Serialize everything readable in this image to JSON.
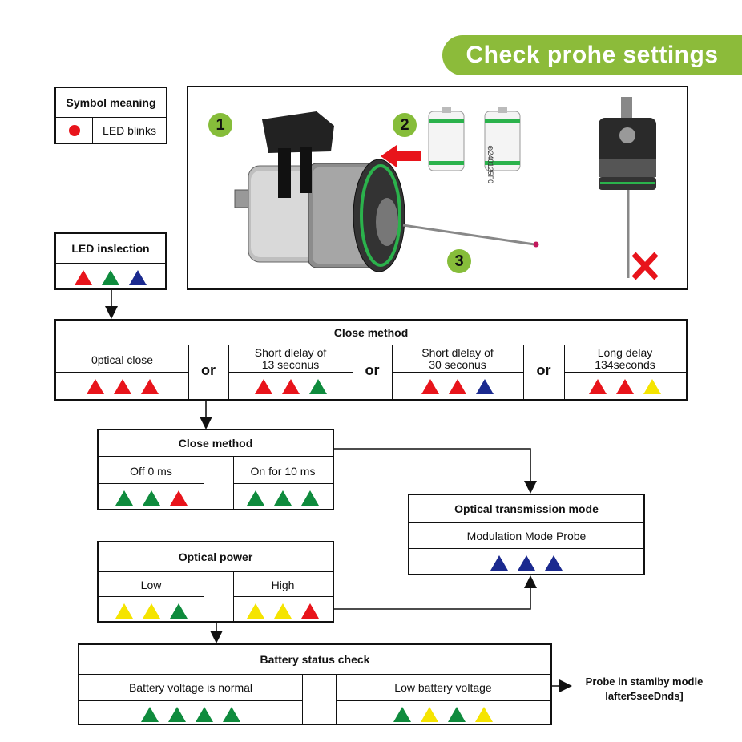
{
  "banner": "Check prohe settings",
  "colors": {
    "red": "#e8141b",
    "green": "#0f8b3d",
    "blue": "#1b2a8f",
    "yellow": "#f5e400",
    "banner": "#8cbb3a"
  },
  "symbol": {
    "title": "Symbol meaning",
    "label": "LED blinks"
  },
  "photo": {
    "step1": "1",
    "step2": "2",
    "step3": "3",
    "battery_text": "⊕240125F0"
  },
  "led_inspection": {
    "title": "LED inslection",
    "lights": [
      "red",
      "green",
      "blue"
    ]
  },
  "close_method_1": {
    "title": "Close method",
    "or_label": "or",
    "options": [
      {
        "label": "0ptical close",
        "lights": [
          "red",
          "red",
          "red"
        ]
      },
      {
        "label": "Short dlelay of\n13 seconus",
        "lights": [
          "red",
          "red",
          "green"
        ]
      },
      {
        "label": "Short dlelay of\n30 seconus",
        "lights": [
          "red",
          "red",
          "blue"
        ]
      },
      {
        "label": "Long delay\n134seconds",
        "lights": [
          "red",
          "red",
          "yellow"
        ]
      }
    ]
  },
  "close_method_2": {
    "title": "Close method",
    "options": [
      {
        "label": "Off 0 ms",
        "lights": [
          "green",
          "green",
          "red"
        ]
      },
      {
        "label": "On for 10 ms",
        "lights": [
          "green",
          "green",
          "green"
        ]
      }
    ]
  },
  "optical_transmission": {
    "title": "Optical transmission mode",
    "mode": "Modulation Mode Probe",
    "lights": [
      "blue",
      "blue",
      "blue"
    ]
  },
  "optical_power": {
    "title": "Optical power",
    "options": [
      {
        "label": "Low",
        "lights": [
          "yellow",
          "yellow",
          "green"
        ]
      },
      {
        "label": "High",
        "lights": [
          "yellow",
          "yellow",
          "red"
        ]
      }
    ]
  },
  "battery": {
    "title": "Battery status check",
    "options": [
      {
        "label": "Battery voltage is normal",
        "lights": [
          "green",
          "green",
          "green",
          "green"
        ]
      },
      {
        "label": "Low battery voltage",
        "lights": [
          "green",
          "yellow",
          "green",
          "yellow"
        ]
      }
    ]
  },
  "standby": {
    "line1": "Probe in stamiby modle",
    "line2": "lafter5seeDnds]"
  }
}
